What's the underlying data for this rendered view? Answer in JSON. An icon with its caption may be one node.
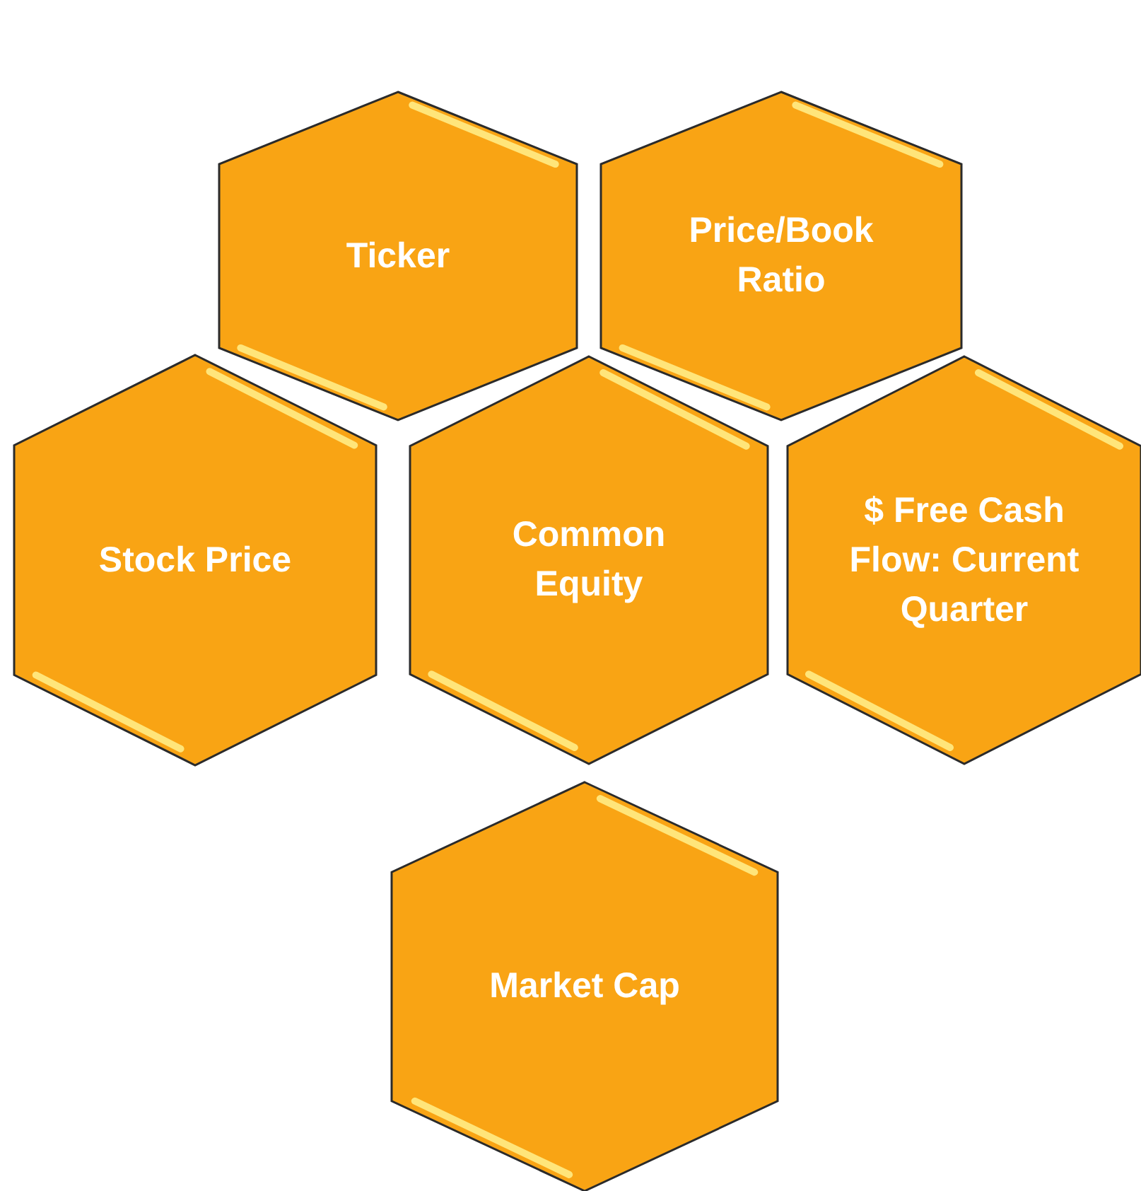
{
  "diagram": {
    "nodes": [
      {
        "text": [
          "Ticker"
        ]
      },
      {
        "text": [
          "Price/Book Ratio"
        ]
      },
      {
        "text": [
          "Stock Price"
        ]
      },
      {
        "text": [
          "Common Equity"
        ]
      },
      {
        "text": [
          "$ Free Cash Flow: Current Quarter"
        ]
      },
      {
        "text": [
          "Market Cap"
        ]
      }
    ]
  }
}
